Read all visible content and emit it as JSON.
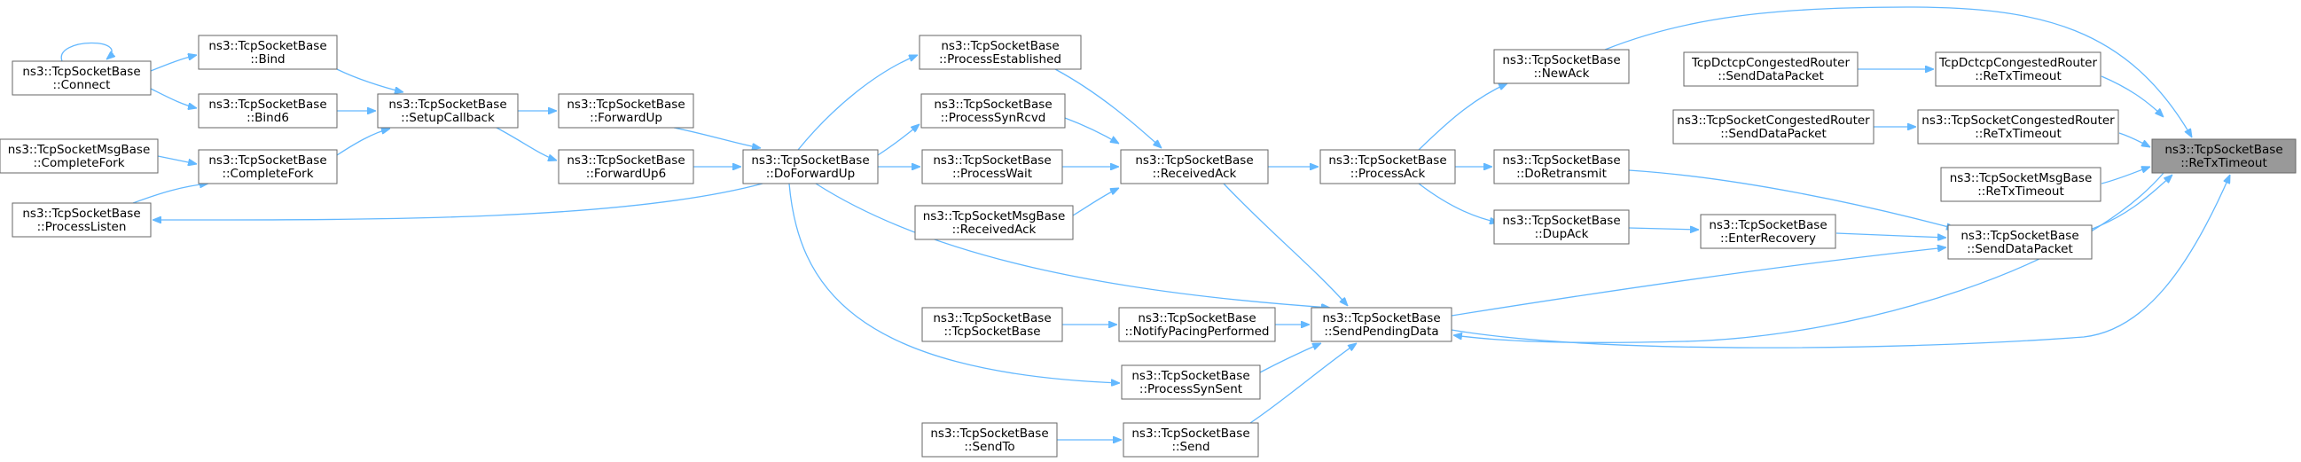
{
  "colors": {
    "edge": "#63b8ff",
    "node_border": "#666666",
    "node_fill": "#ffffff",
    "focus_fill": "#999999",
    "focus_border": "#666666",
    "text": "#000000"
  },
  "nodes": [
    {
      "id": "retx",
      "lines": [
        "ns3::TcpSocketBase",
        "::ReTxTimeout"
      ],
      "focus": true
    },
    {
      "id": "dctcpRetx",
      "lines": [
        "TcpDctcpCongestedRouter",
        "::ReTxTimeout"
      ]
    },
    {
      "id": "dctcpSend",
      "lines": [
        "TcpDctcpCongestedRouter",
        "::SendDataPacket"
      ]
    },
    {
      "id": "congRetx",
      "lines": [
        "ns3::TcpSocketCongestedRouter",
        "::ReTxTimeout"
      ]
    },
    {
      "id": "congSend",
      "lines": [
        "ns3::TcpSocketCongestedRouter",
        "::SendDataPacket"
      ]
    },
    {
      "id": "msgRetx",
      "lines": [
        "ns3::TcpSocketMsgBase",
        "::ReTxTimeout"
      ]
    },
    {
      "id": "sendDataPacket",
      "lines": [
        "ns3::TcpSocketBase",
        "::SendDataPacket"
      ]
    },
    {
      "id": "newAck",
      "lines": [
        "ns3::TcpSocketBase",
        "::NewAck"
      ]
    },
    {
      "id": "doRetransmit",
      "lines": [
        "ns3::TcpSocketBase",
        "::DoRetransmit"
      ]
    },
    {
      "id": "dupAck",
      "lines": [
        "ns3::TcpSocketBase",
        "::DupAck"
      ]
    },
    {
      "id": "enterRecovery",
      "lines": [
        "ns3::TcpSocketBase",
        "::EnterRecovery"
      ]
    },
    {
      "id": "processAck",
      "lines": [
        "ns3::TcpSocketBase",
        "::ProcessAck"
      ]
    },
    {
      "id": "sendPending",
      "lines": [
        "ns3::TcpSocketBase",
        "::SendPendingData"
      ]
    },
    {
      "id": "receivedAck",
      "lines": [
        "ns3::TcpSocketBase",
        "::ReceivedAck"
      ]
    },
    {
      "id": "processEst",
      "lines": [
        "ns3::TcpSocketBase",
        "::ProcessEstablished"
      ]
    },
    {
      "id": "processSynRcvd",
      "lines": [
        "ns3::TcpSocketBase",
        "::ProcessSynRcvd"
      ]
    },
    {
      "id": "processWait",
      "lines": [
        "ns3::TcpSocketBase",
        "::ProcessWait"
      ]
    },
    {
      "id": "msgReceivedAck",
      "lines": [
        "ns3::TcpSocketMsgBase",
        "::ReceivedAck"
      ]
    },
    {
      "id": "notifyPacing",
      "lines": [
        "ns3::TcpSocketBase",
        "::NotifyPacingPerformed"
      ]
    },
    {
      "id": "ctor",
      "lines": [
        "ns3::TcpSocketBase",
        "::TcpSocketBase"
      ]
    },
    {
      "id": "processSynSent",
      "lines": [
        "ns3::TcpSocketBase",
        "::ProcessSynSent"
      ]
    },
    {
      "id": "send",
      "lines": [
        "ns3::TcpSocketBase",
        "::Send"
      ]
    },
    {
      "id": "sendTo",
      "lines": [
        "ns3::TcpSocketBase",
        "::SendTo"
      ]
    },
    {
      "id": "doForwardUp",
      "lines": [
        "ns3::TcpSocketBase",
        "::DoForwardUp"
      ]
    },
    {
      "id": "forwardUp",
      "lines": [
        "ns3::TcpSocketBase",
        "::ForwardUp"
      ]
    },
    {
      "id": "forwardUp6",
      "lines": [
        "ns3::TcpSocketBase",
        "::ForwardUp6"
      ]
    },
    {
      "id": "setupCallback",
      "lines": [
        "ns3::TcpSocketBase",
        "::SetupCallback"
      ]
    },
    {
      "id": "bind",
      "lines": [
        "ns3::TcpSocketBase",
        "::Bind"
      ]
    },
    {
      "id": "bind6",
      "lines": [
        "ns3::TcpSocketBase",
        "::Bind6"
      ]
    },
    {
      "id": "completeFork",
      "lines": [
        "ns3::TcpSocketBase",
        "::CompleteFork"
      ]
    },
    {
      "id": "msgCompleteFork",
      "lines": [
        "ns3::TcpSocketMsgBase",
        "::CompleteFork"
      ]
    },
    {
      "id": "connect",
      "lines": [
        "ns3::TcpSocketBase",
        "::Connect"
      ]
    },
    {
      "id": "processListen",
      "lines": [
        "ns3::TcpSocketBase",
        "::ProcessListen"
      ]
    }
  ],
  "edges": [
    {
      "from": "dctcpRetx",
      "to": "retx"
    },
    {
      "from": "dctcpSend",
      "to": "dctcpRetx"
    },
    {
      "from": "congRetx",
      "to": "retx"
    },
    {
      "from": "congSend",
      "to": "congRetx"
    },
    {
      "from": "msgRetx",
      "to": "retx"
    },
    {
      "from": "sendDataPacket",
      "to": "retx"
    },
    {
      "from": "newAck",
      "to": "retx"
    },
    {
      "from": "sendPending",
      "to": "retx"
    },
    {
      "from": "doRetransmit",
      "to": "sendDataPacket"
    },
    {
      "from": "enterRecovery",
      "to": "sendDataPacket"
    },
    {
      "from": "sendPending",
      "to": "sendDataPacket"
    },
    {
      "from": "processAck",
      "to": "newAck"
    },
    {
      "from": "processAck",
      "to": "doRetransmit"
    },
    {
      "from": "processAck",
      "to": "dupAck"
    },
    {
      "from": "dupAck",
      "to": "enterRecovery"
    },
    {
      "from": "retx",
      "to": "sendPending"
    },
    {
      "from": "receivedAck",
      "to": "processAck"
    },
    {
      "from": "receivedAck",
      "to": "sendPending"
    },
    {
      "from": "processEst",
      "to": "receivedAck"
    },
    {
      "from": "processSynRcvd",
      "to": "receivedAck"
    },
    {
      "from": "processWait",
      "to": "receivedAck"
    },
    {
      "from": "msgReceivedAck",
      "to": "receivedAck"
    },
    {
      "from": "notifyPacing",
      "to": "sendPending"
    },
    {
      "from": "processSynSent",
      "to": "sendPending"
    },
    {
      "from": "send",
      "to": "sendPending"
    },
    {
      "from": "doForwardUp",
      "to": "sendPending"
    },
    {
      "from": "ctor",
      "to": "notifyPacing"
    },
    {
      "from": "sendTo",
      "to": "send"
    },
    {
      "from": "doForwardUp",
      "to": "processEst"
    },
    {
      "from": "doForwardUp",
      "to": "processSynRcvd"
    },
    {
      "from": "doForwardUp",
      "to": "processWait"
    },
    {
      "from": "doForwardUp",
      "to": "processSynSent"
    },
    {
      "from": "forwardUp",
      "to": "doForwardUp"
    },
    {
      "from": "forwardUp6",
      "to": "doForwardUp"
    },
    {
      "from": "doForwardUp",
      "to": "processListen"
    },
    {
      "from": "setupCallback",
      "to": "forwardUp"
    },
    {
      "from": "setupCallback",
      "to": "forwardUp6"
    },
    {
      "from": "bind",
      "to": "setupCallback"
    },
    {
      "from": "bind6",
      "to": "setupCallback"
    },
    {
      "from": "completeFork",
      "to": "setupCallback"
    },
    {
      "from": "connect",
      "to": "bind"
    },
    {
      "from": "connect",
      "to": "bind6"
    },
    {
      "from": "connect",
      "to": "connect"
    },
    {
      "from": "msgCompleteFork",
      "to": "completeFork"
    },
    {
      "from": "processListen",
      "to": "completeFork"
    }
  ]
}
